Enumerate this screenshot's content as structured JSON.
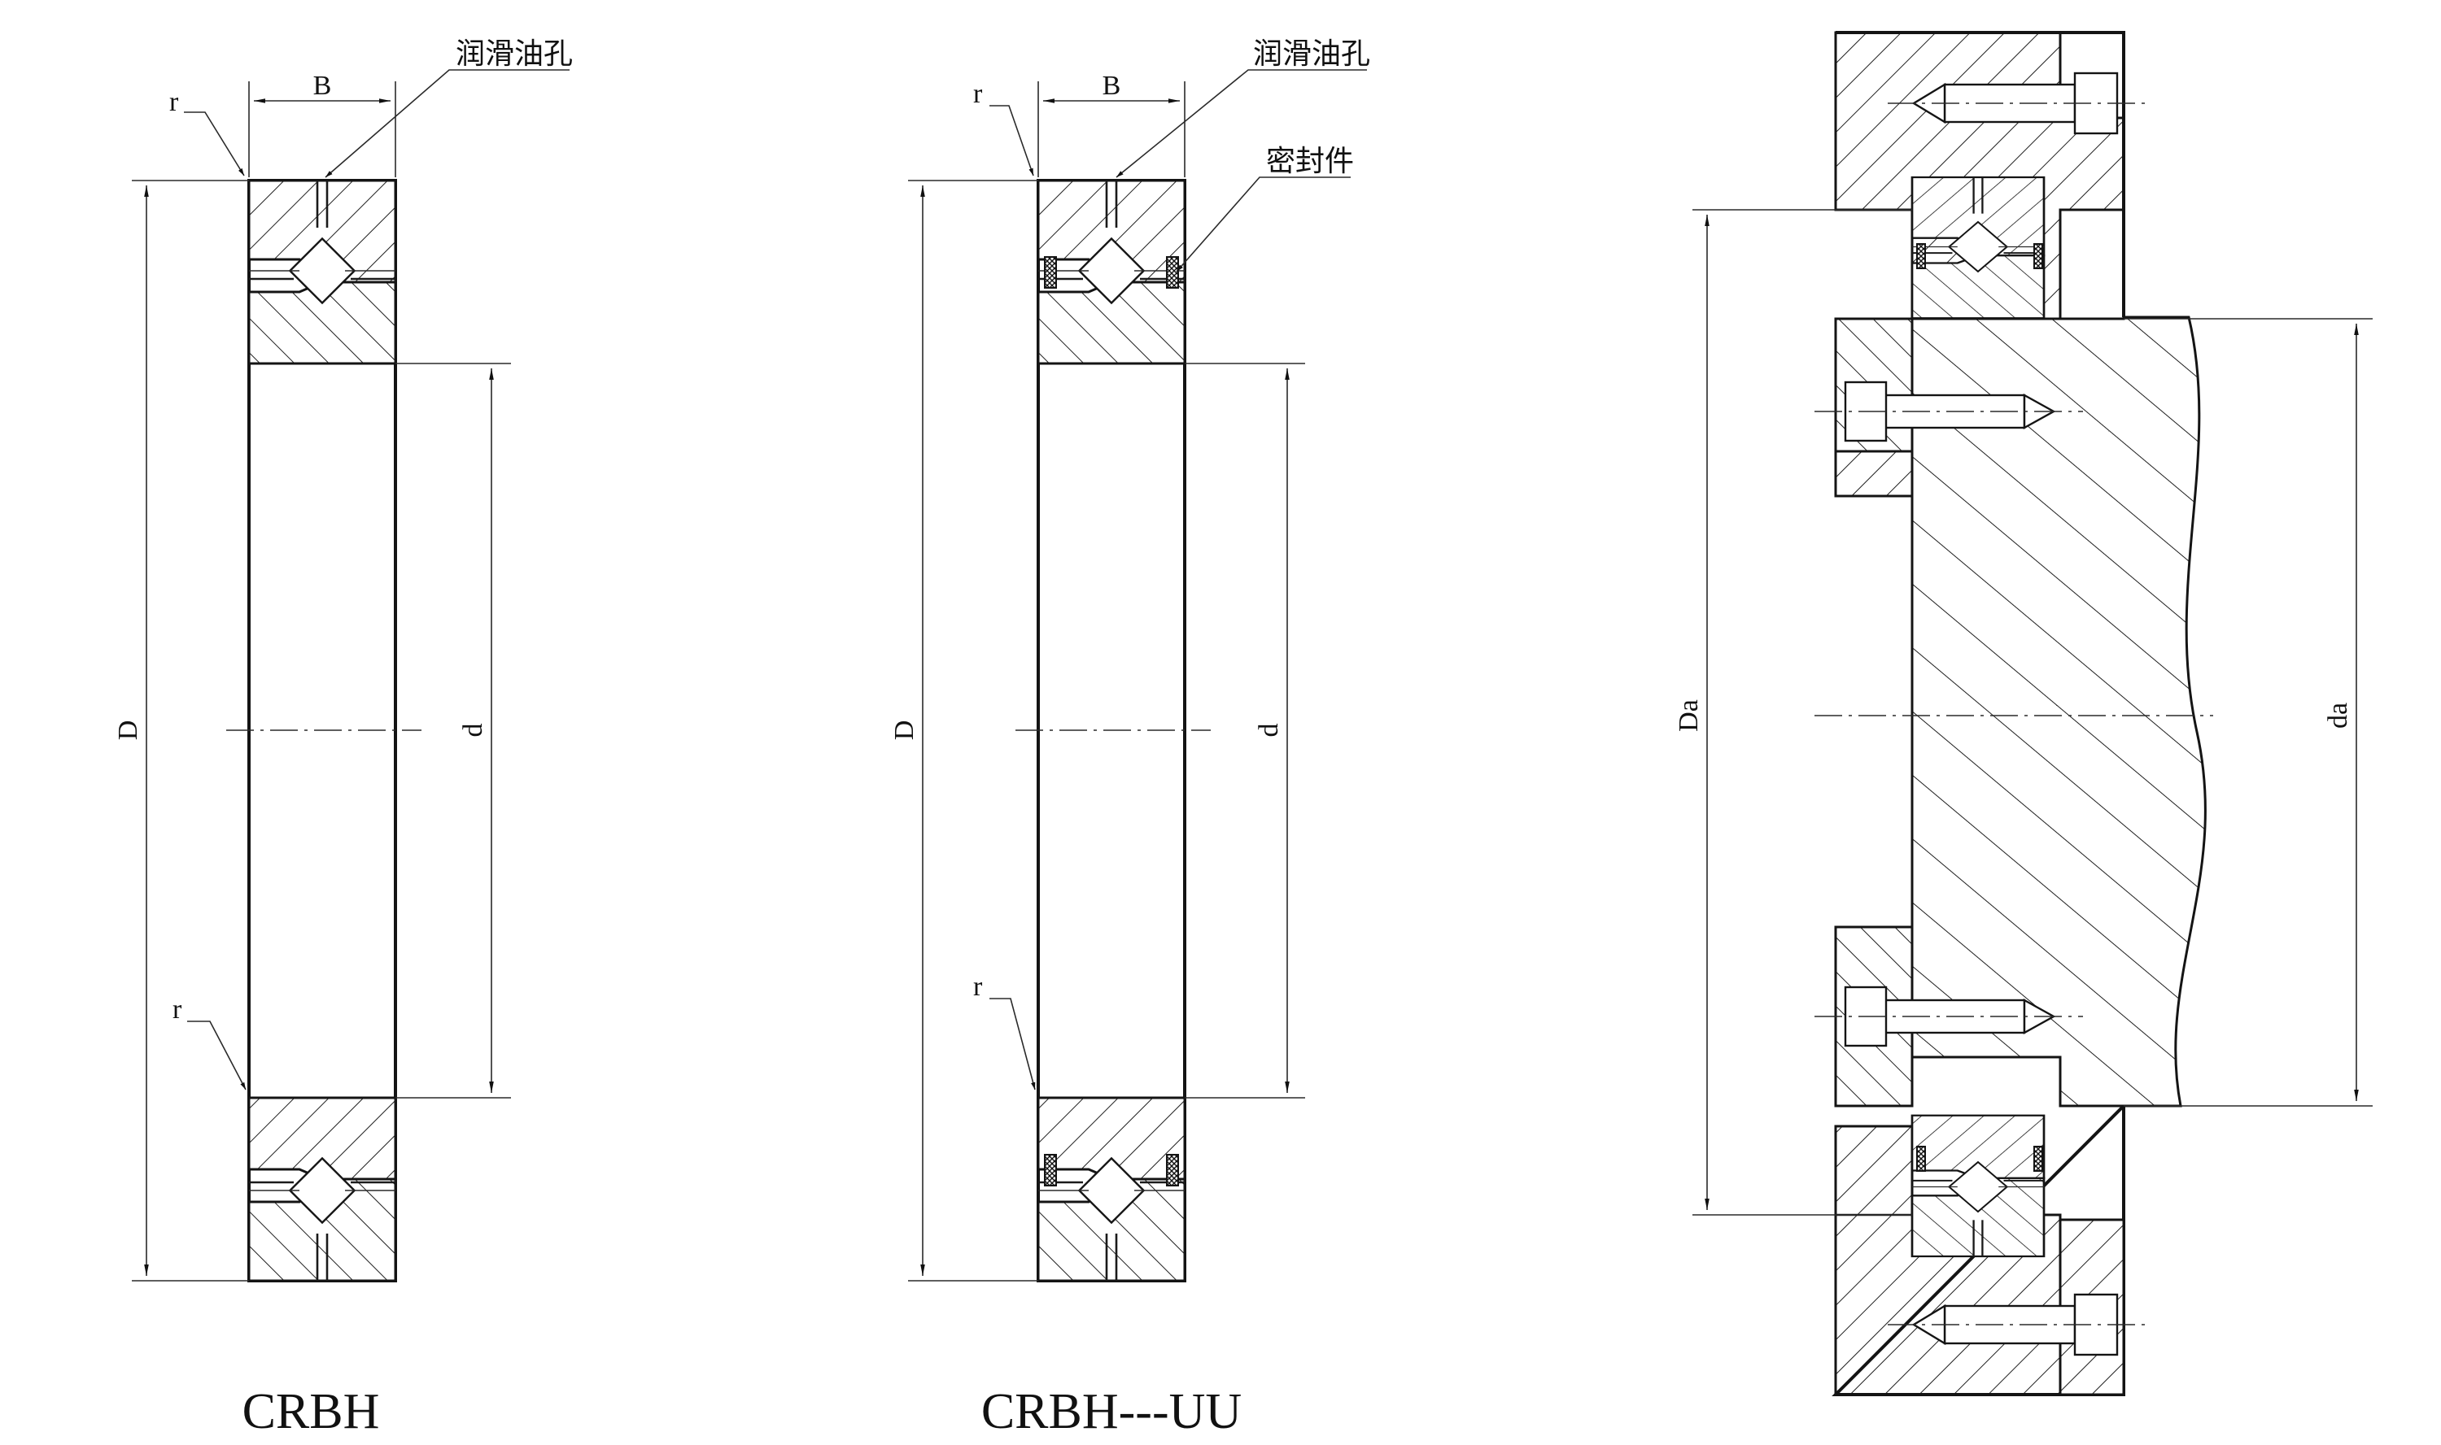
{
  "figures": [
    {
      "title": "CRBH",
      "labels": {
        "width": "B",
        "outer_diameter": "D",
        "inner_diameter": "d",
        "chamfer_top": "r",
        "chamfer_bottom": "r",
        "lube_hole": "润滑油孔"
      }
    },
    {
      "title": "CRBH---UU",
      "labels": {
        "width": "B",
        "outer_diameter": "D",
        "inner_diameter": "d",
        "chamfer_top": "r",
        "chamfer_bottom": "r",
        "lube_hole": "润滑油孔",
        "seal": "密封件"
      }
    },
    {
      "title": "",
      "labels": {
        "housing_diameter": "Da",
        "shaft_diameter": "da"
      }
    }
  ],
  "colors": {
    "line": "#141414",
    "background": "#ffffff"
  }
}
